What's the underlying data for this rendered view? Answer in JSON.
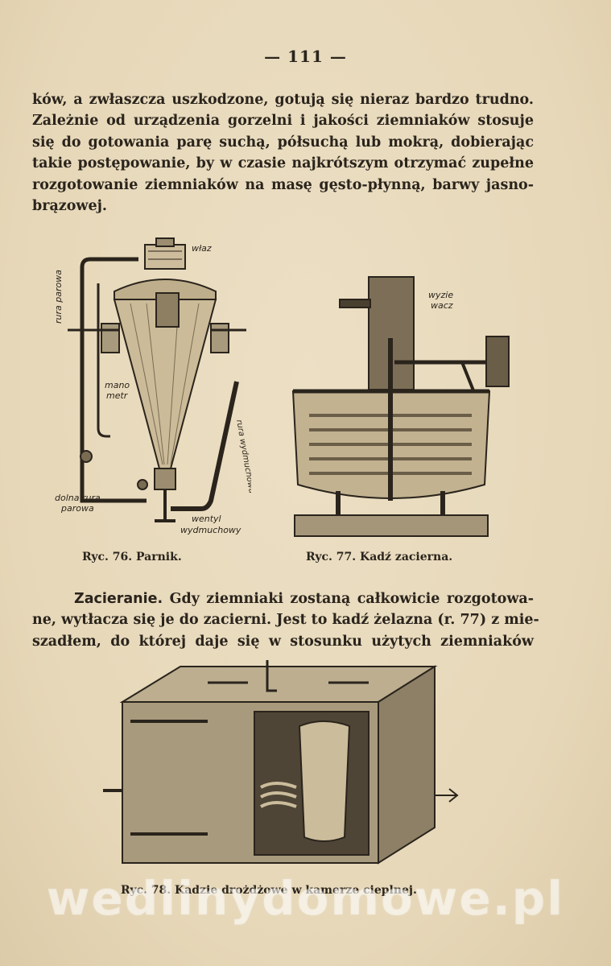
{
  "page": {
    "number": "— 111 —",
    "paragraph1_lines": [
      "ków, a zwłaszcza uszkodzone, gotują się nieraz bardzo trudno.",
      "Zależnie od urządzenia gorzelni i jakości ziemniaków stosuje",
      "się do gotowania parę suchą, półsuchą lub mokrą, dobierając",
      "takie postępowanie, by w czasie najkrótszym otrzymać zupełne",
      "rozgotowanie ziemniaków na masę gęsto-płynną, barwy jasno-",
      "brązowej."
    ],
    "paragraph2_lead": "Zacieranie.",
    "paragraph2_lines": [
      "Gdy ziemniaki zostaną całkowicie rozgotowa-",
      "ne, wytłacza się je do zacierni. Jest to kadź żelazna (r. 77) z mie-",
      "szadłem, do której daje się w stosunku użytych ziemniaków"
    ],
    "fig76": {
      "caption": "Ryc. 76.  Parnik.",
      "labels": {
        "wlaz": "właz",
        "rura_parowa": "rura parowa",
        "manometr_1": "mano",
        "manometr_2": "metr",
        "rura_wydmuchowa": "rura wydmuchowa",
        "dolna_1": "dolna rura",
        "dolna_2": "parowa",
        "wentyl_1": "wentyl",
        "wentyl_2": "wydmuchowy"
      }
    },
    "fig77": {
      "caption": "Ryc. 77.  Kadź zacierna.",
      "labels": {
        "wyzie_1": "wyzie",
        "wyzie_2": "wacz"
      }
    },
    "fig78": {
      "caption": "Ryc. 78.  Kadzie drożdżowe w kamerze cieplnej."
    },
    "watermark": "wedlinydomowe.pl",
    "colors": {
      "paper": "#e9dcc0",
      "ink": "#2a241c"
    }
  }
}
